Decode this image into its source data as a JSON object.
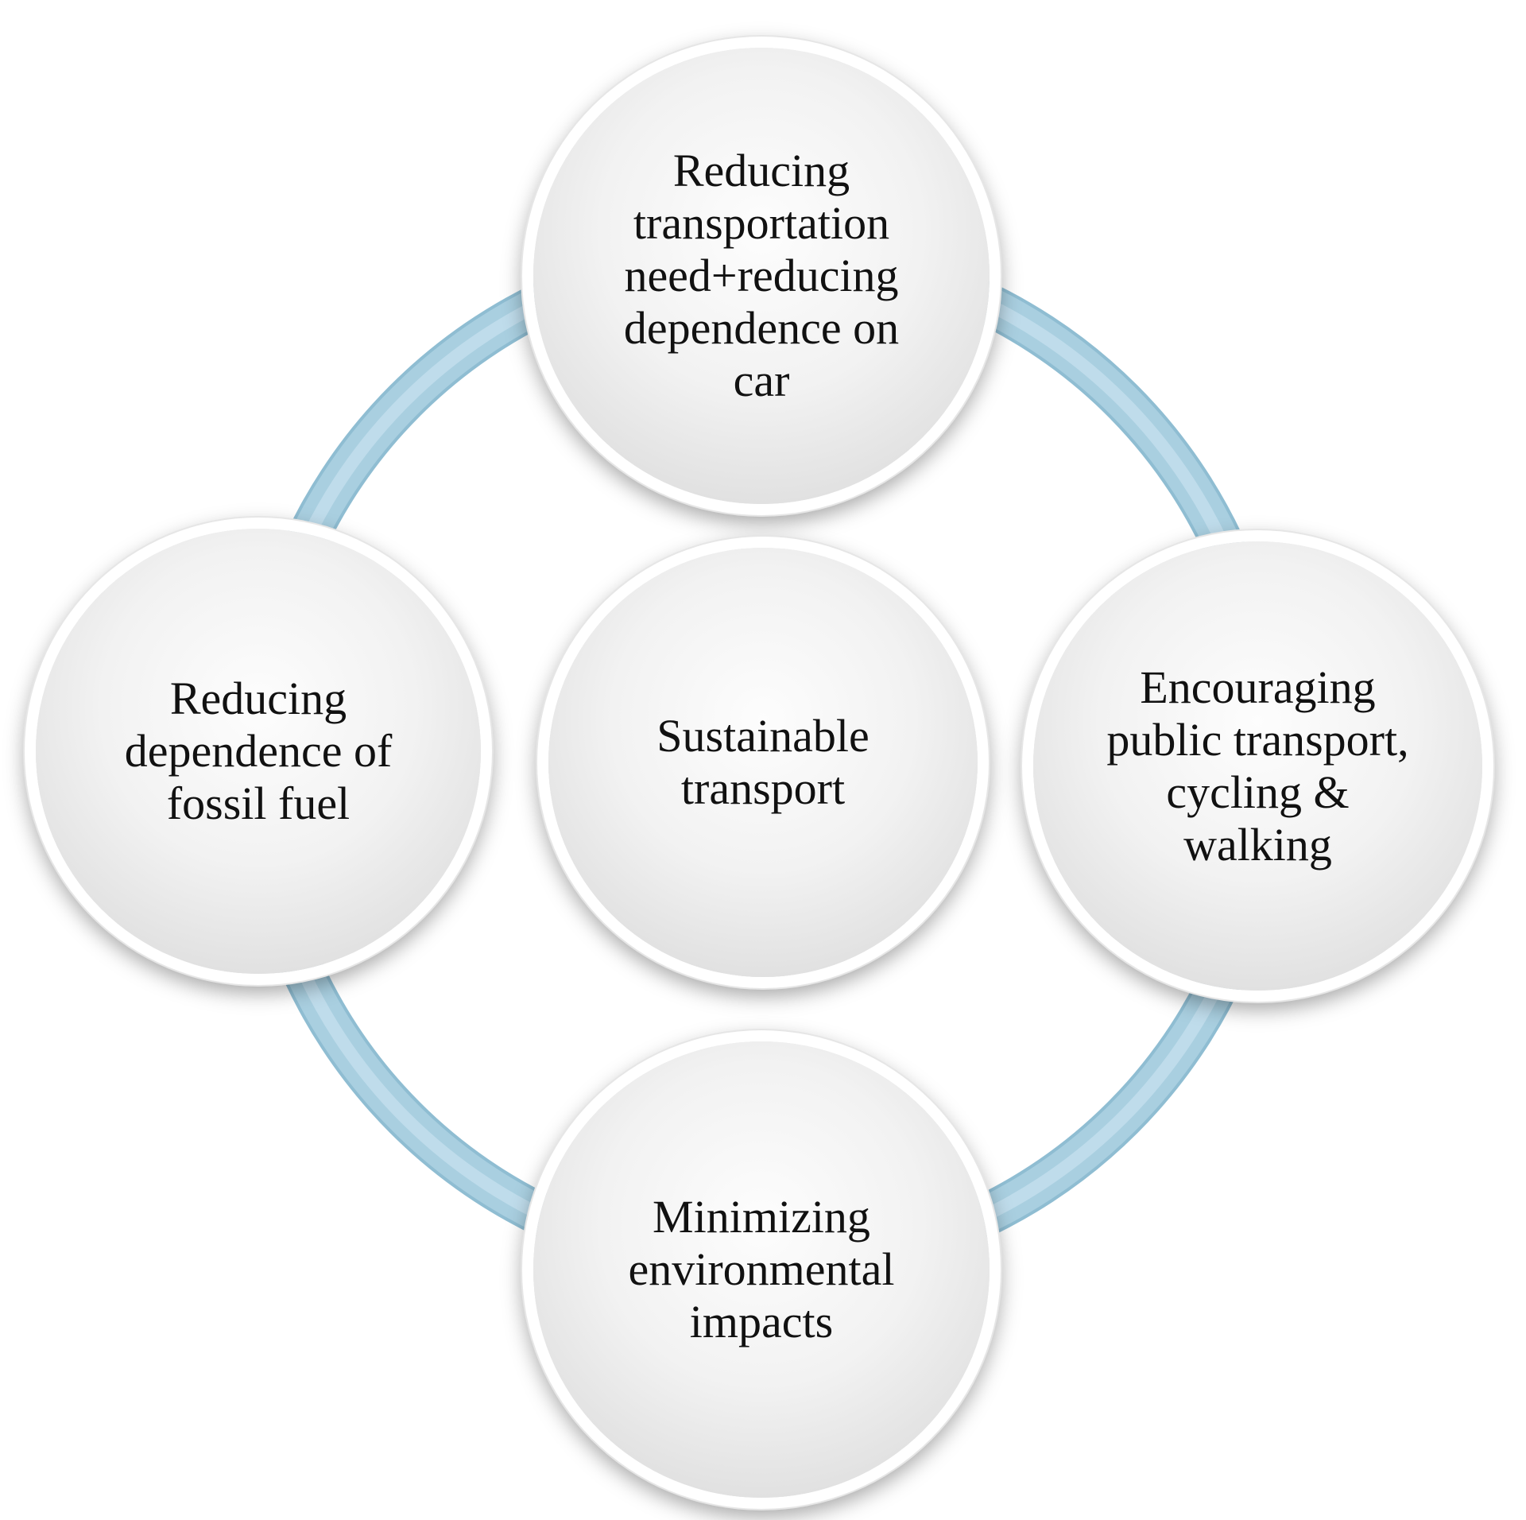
{
  "diagram": {
    "center": {
      "label": "Sustainable\ntransport"
    },
    "nodes": {
      "top": {
        "label": "Reducing\ntransportation\nneed+reducing\ndependence on\ncar"
      },
      "right": {
        "label": "Encouraging\npublic transport,\ncycling &\nwalking"
      },
      "bottom": {
        "label": "Minimizing\nenvironmental\nimpacts"
      },
      "left": {
        "label": "Reducing\ndependence of\nfossil fuel"
      }
    },
    "colors": {
      "ring": "#a9cfe0",
      "ring_edge": "#8fbdd2",
      "node_fill": "#f0f0f0",
      "text": "#111111"
    }
  }
}
